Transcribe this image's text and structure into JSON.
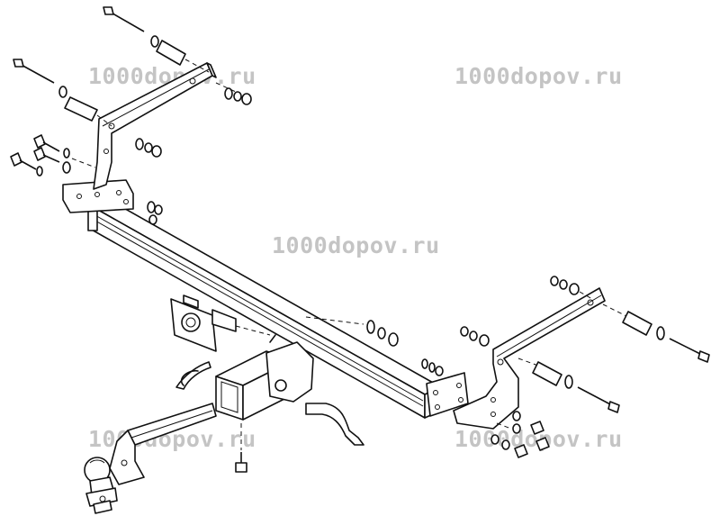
{
  "watermarks": [
    {
      "text": "1000dopov.ru"
    },
    {
      "text": "1000dopov.ru"
    },
    {
      "text": "1000dopov.ru"
    },
    {
      "text": "1000dopov.ru"
    },
    {
      "text": "1000dopov.ru"
    }
  ],
  "parts": {
    "main_crossbar": "tow-bar-crossbeam",
    "left_bracket": "left-mounting-bracket",
    "right_bracket": "right-mounting-bracket",
    "receiver": "square-receiver-tube",
    "ball_mount": "ball-mount-with-tow-ball",
    "socket_plate": "electrical-socket-plate",
    "pin": "hitch-pin",
    "clip": "r-clip"
  },
  "colors": {
    "line": "#111111",
    "watermark": "#c4c4c4",
    "background": "#ffffff"
  }
}
